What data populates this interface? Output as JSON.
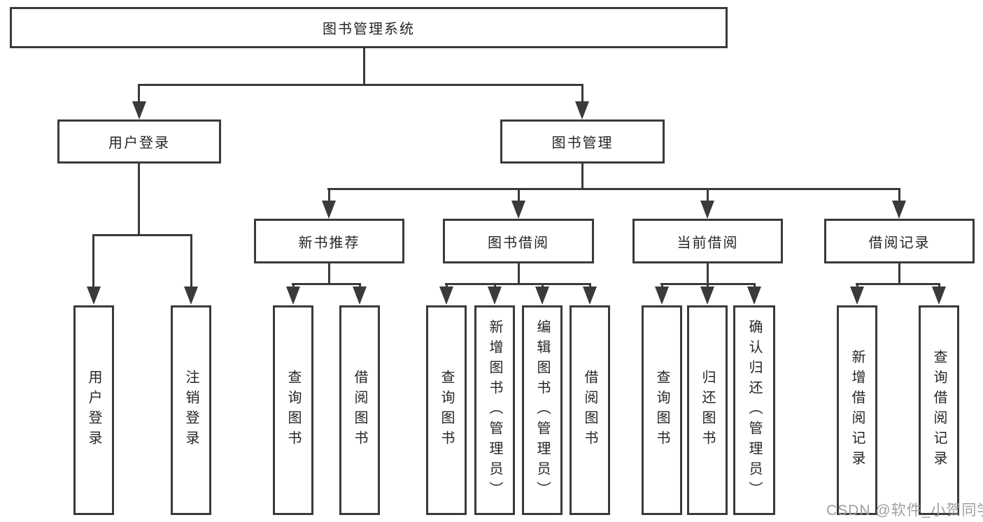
{
  "tree": {
    "label": "图书管理系统",
    "children": [
      {
        "label": "用户登录",
        "children": [
          {
            "label": "用户登录"
          },
          {
            "label": "注销登录"
          }
        ]
      },
      {
        "label": "图书管理",
        "children": [
          {
            "label": "新书推荐",
            "children": [
              {
                "label": "查询图书"
              },
              {
                "label": "借阅图书"
              }
            ]
          },
          {
            "label": "图书借阅",
            "children": [
              {
                "label": "查询图书"
              },
              {
                "label": "新增图书（管理员）"
              },
              {
                "label": "编辑图书（管理员）"
              },
              {
                "label": "借阅图书"
              }
            ]
          },
          {
            "label": "当前借阅",
            "children": [
              {
                "label": "查询图书"
              },
              {
                "label": "归还图书"
              },
              {
                "label": "确认归还（管理员）"
              }
            ]
          },
          {
            "label": "借阅记录",
            "children": [
              {
                "label": "新增借阅记录"
              },
              {
                "label": "查询借阅记录"
              }
            ]
          }
        ]
      }
    ]
  },
  "watermark": {
    "text": "CSDN @软件_小贺同学"
  },
  "colors": {
    "line": "#3a3a3a",
    "text": "#262626",
    "box_background": "#ffffff",
    "background": "#ffffff",
    "watermark": "#9e9e9e"
  }
}
